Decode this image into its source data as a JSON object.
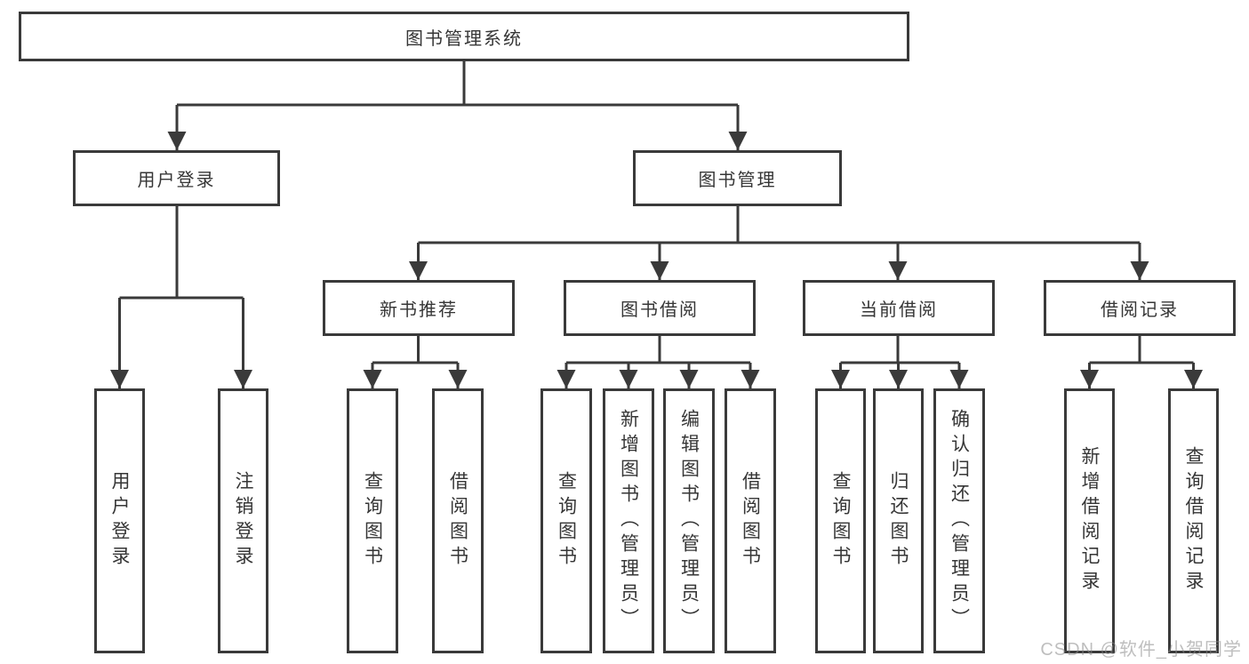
{
  "diagram": {
    "root": "图书管理系统",
    "level2": {
      "user_login": "用户登录",
      "book_management": "图书管理"
    },
    "level3": {
      "new_book_recommend": "新书推荐",
      "book_borrow": "图书借阅",
      "current_borrow": "当前借阅",
      "borrow_records": "借阅记录"
    },
    "leaves": {
      "user_login": [
        "用户登录",
        "注销登录"
      ],
      "new_book_recommend": [
        "查询图书",
        "借阅图书"
      ],
      "book_borrow": [
        "查询图书",
        "新增图书（管理员）",
        "编辑图书（管理员）",
        "借阅图书"
      ],
      "current_borrow": [
        "查询图书",
        "归还图书",
        "确认归还（管理员）"
      ],
      "borrow_records": [
        "新增借阅记录",
        "查询借阅记录"
      ]
    },
    "colors": {
      "line": "#3a3a3a",
      "box_border": "#3a3a3a",
      "text": "#363636",
      "background": "#ffffff",
      "watermark": "#b5b5b5"
    }
  },
  "watermark": "CSDN @软件_小贺同学"
}
